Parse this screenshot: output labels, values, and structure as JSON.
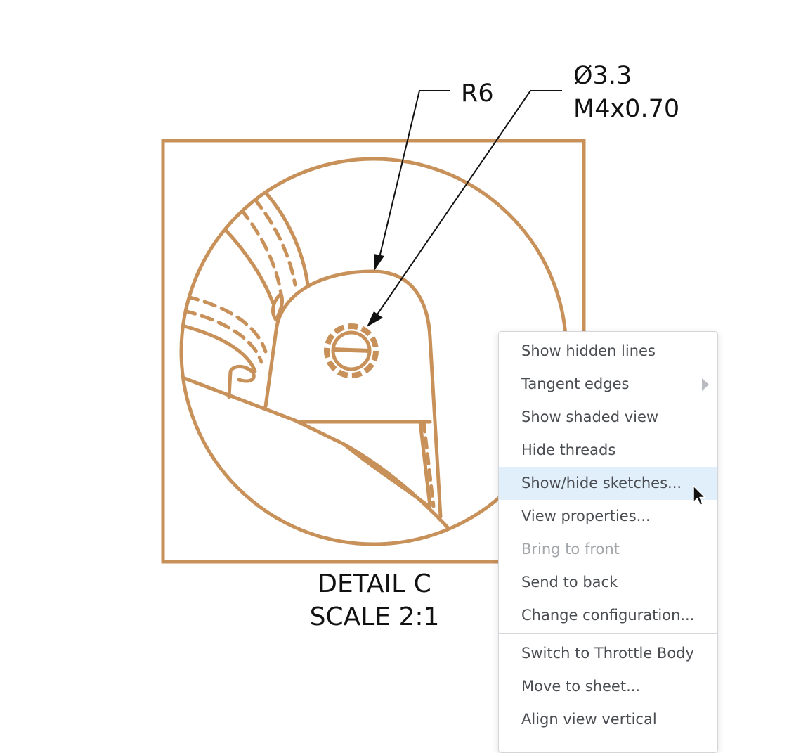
{
  "drawing": {
    "callout_radius": "R6",
    "callout_hole_diameter": "Ø3.3",
    "callout_thread": "M4x0.70",
    "detail_label": "DETAIL C",
    "detail_scale": "SCALE 2:1",
    "line_color": "#c8915a"
  },
  "context_menu": {
    "items": [
      {
        "label": "Show hidden lines"
      },
      {
        "label": "Tangent edges"
      },
      {
        "label": "Show shaded view"
      },
      {
        "label": "Hide threads"
      },
      {
        "label": "Show/hide sketches..."
      },
      {
        "label": "View properties..."
      },
      {
        "label": "Bring to front"
      },
      {
        "label": "Send to back"
      },
      {
        "label": "Change configuration..."
      },
      {
        "label": "Switch to Throttle Body"
      },
      {
        "label": "Move to sheet..."
      },
      {
        "label": "Align view vertical"
      }
    ],
    "hover_color": "#e1effb"
  }
}
